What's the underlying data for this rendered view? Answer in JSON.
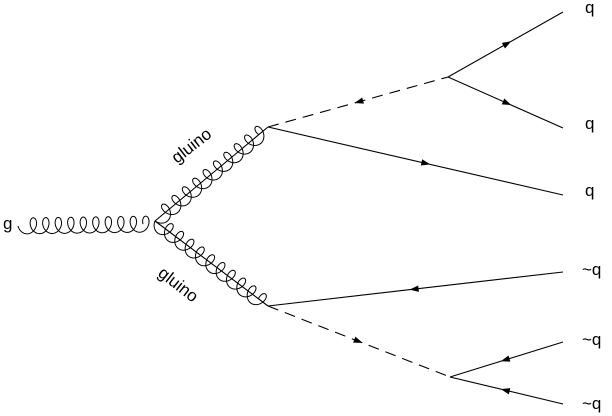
{
  "labels": {
    "incoming_gluon": "g",
    "upper_gluino": "gluino",
    "lower_gluino": "gluino",
    "q_top": "q",
    "q_upper_mid": "q",
    "q_direct_upper": "q",
    "sq_direct_lower": "~q",
    "sq_lower_mid": "~q",
    "sq_bottom": "~q"
  },
  "colors": {
    "stroke": "#000000",
    "background": "#ffffff"
  }
}
